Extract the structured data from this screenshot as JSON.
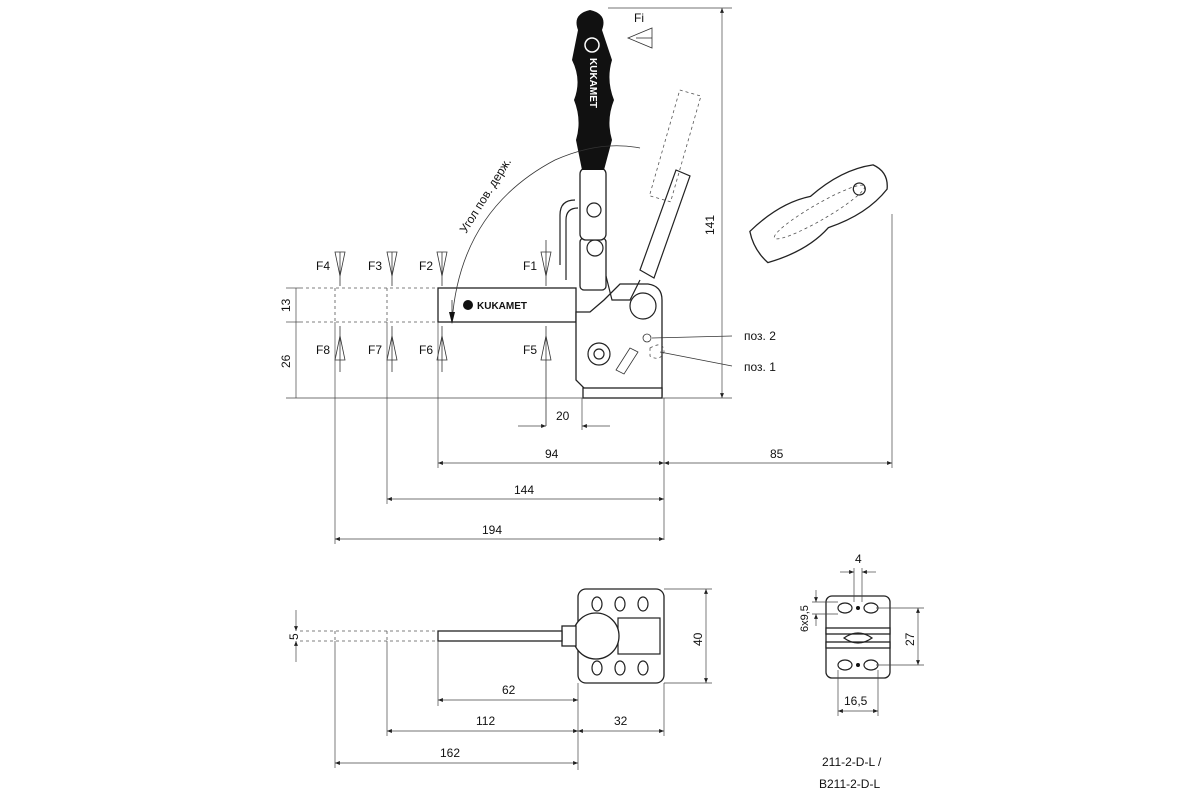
{
  "forces": {
    "fi": "Fi",
    "top": [
      "F4",
      "F3",
      "F2",
      "F1"
    ],
    "bottom": [
      "F8",
      "F7",
      "F6",
      "F5"
    ]
  },
  "angle_label": "Угол пов. держ.",
  "brand": "KUKAMET",
  "positions": {
    "pos2": "поз. 2",
    "pos1": "поз. 1"
  },
  "side_view_dims": {
    "height_total": "141",
    "bar_height": "13",
    "arm_drop": "26",
    "offset": "20",
    "d94": "94",
    "d85": "85",
    "d144": "144",
    "d194": "194"
  },
  "top_view_dims": {
    "bar_width": "5",
    "base_width": "40",
    "d62": "62",
    "d112": "112",
    "d32": "32",
    "d162": "162"
  },
  "base_detail_dims": {
    "d4": "4",
    "holes": "6x9,5",
    "d27": "27",
    "d16_5": "16,5"
  },
  "model": {
    "line1": "211-2-D-L /",
    "line2": "B211-2-D-L"
  }
}
